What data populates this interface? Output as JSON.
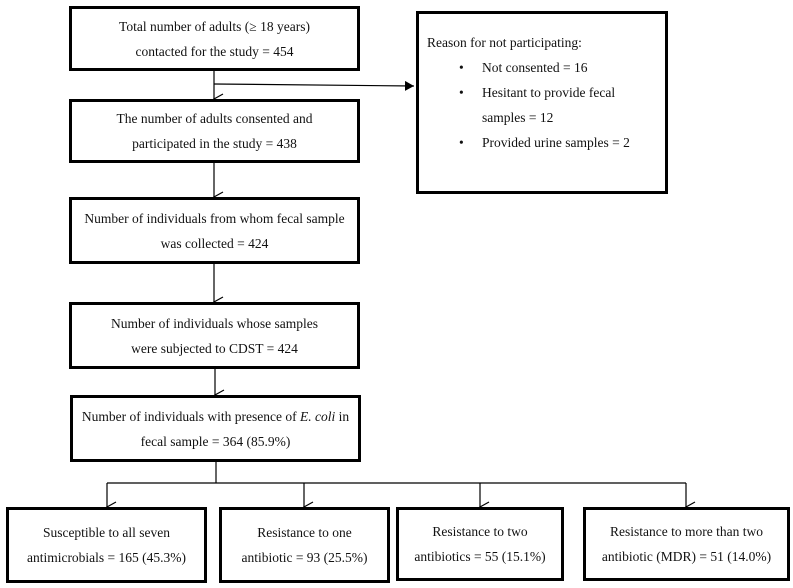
{
  "boxes": {
    "contacted": {
      "text": "Total number of adults (≥ 18 years) contacted for the study = 454"
    },
    "participated": {
      "text": "The number of adults consented and participated in the study = 438"
    },
    "fecal_collected": {
      "text": "Number of individuals from whom fecal sample was collected = 424"
    },
    "cdst": {
      "text": "Number of individuals whose samples were subjected to CDST = 424"
    },
    "ecoli": {
      "prefix": "Number of individuals with presence of ",
      "italic": "E. coli",
      "suffix": " in fecal sample = 364 (85.9%)"
    }
  },
  "reasons": {
    "title": "Reason for not participating:",
    "items": [
      "Not consented = 16",
      "Hesitant to provide fecal samples = 12",
      "Provided urine samples = 2"
    ]
  },
  "outcomes": [
    "Susceptible to all seven antimicrobials = 165 (45.3%)",
    "Resistance to one antibiotic = 93 (25.5%)",
    "Resistance to two antibiotics = 55 (15.1%)",
    "Resistance to more than two antibiotic (MDR) = 51 (14.0%)"
  ]
}
